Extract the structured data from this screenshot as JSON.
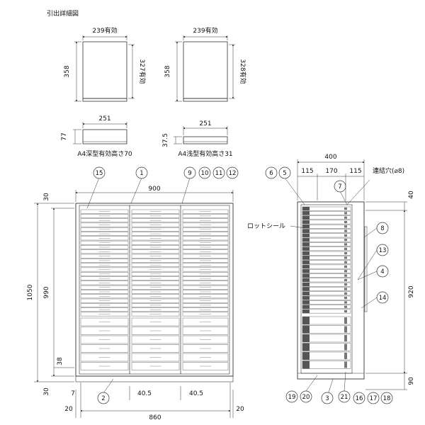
{
  "title": "引出詳細図",
  "drawers": {
    "deep": {
      "caption": "A4深型有効高さ70",
      "top_width": "239有効",
      "outer_height": "358",
      "inner_height": "327有効",
      "side_width": "251",
      "side_height": "77"
    },
    "shallow": {
      "caption": "A4浅型有効高さ31",
      "top_width": "239有効",
      "outer_height": "358",
      "inner_height": "328有効",
      "side_width": "251",
      "side_height": "37.5"
    }
  },
  "front_view": {
    "width_outer": "900",
    "width_inner": "860",
    "height_total": "1050",
    "height_inner": "990",
    "top_margin": "30",
    "bottom_margin": "30",
    "plinth": "38",
    "side_left": "20",
    "side_right": "20",
    "bottom_gap": "7",
    "partition_left": "40.5",
    "partition_right": "40.5"
  },
  "side_view": {
    "depth": "400",
    "seg_left": "115",
    "seg_mid": "170",
    "seg_right": "115",
    "top_offset": "40",
    "height_inner": "920",
    "bottom_height": "90",
    "hole_label": "連結穴(⌀8)",
    "lock_label": "ロットシール"
  },
  "callouts": {
    "front": [
      "15",
      "1",
      "9",
      "10",
      "11",
      "12",
      "2"
    ],
    "side_top": [
      "6",
      "5",
      "7"
    ],
    "side_right": [
      "8",
      "13",
      "4",
      "14"
    ],
    "side_bottom": [
      "19",
      "20",
      "3",
      "21",
      "16",
      "17",
      "18"
    ]
  }
}
